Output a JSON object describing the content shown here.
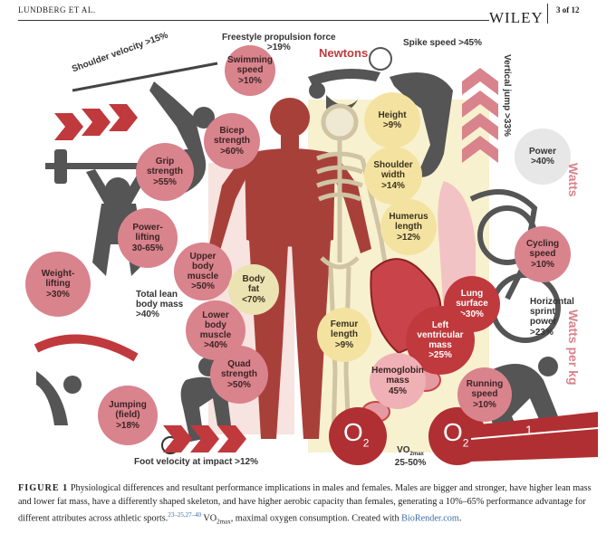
{
  "header": {
    "running_head": "LUNDBERG ET AL.",
    "publisher": "WILEY",
    "page": "3 of 12"
  },
  "figure": {
    "labels": {
      "swimming_speed": "Swimming\nspeed\n>10%",
      "freestyle": "Freestyle propulsion force\n>19%",
      "newtons": "Newtons",
      "spike_speed": "Spike speed >45%",
      "shoulder_velocity": "Shoulder velocity >15%",
      "vertical_jump": "Vertical jump >33%",
      "bicep_strength": "Bicep\nstrength\n>60%",
      "grip_strength": "Grip\nstrength\n>55%",
      "height": "Height\n>9%",
      "shoulder_width": "Shoulder\nwidth\n>14%",
      "humerus_length": "Humerus\nlength\n>12%",
      "power": "Power\n>40%",
      "watts": "Watts",
      "powerlifting": "Power-\nlifting\n30-65%",
      "cycling_speed": "Cycling\nspeed\n>10%",
      "weightlifting": "Weight-\nlifting\n>30%",
      "upper_body": "Upper\nbody\nmuscle\n>50%",
      "body_fat": "Body\nfat\n<70%",
      "total_lean": "Total lean\nbody mass\n>40%",
      "lower_body": "Lower\nbody\nmuscle\n>40%",
      "lung_surface": "Lung\nsurface\n>30%",
      "horizontal_sprint": "Horizontal\nsprint\npower\n>23%",
      "watts_per_kg": "Watts per kg",
      "femur_length": "Femur\nlength\n>9%",
      "left_ventricular": "Left\nventricular\nmass\n>25%",
      "quad_strength": "Quad\nstrength\n>50%",
      "hemoglobin": "Hemoglobin\nmass\n45%",
      "running_speed": "Running\nspeed\n>10%",
      "jumping": "Jumping\n(field)\n>18%",
      "o2_a": "O",
      "o2_b": "O",
      "o2_sub": "2",
      "vo2": "VO",
      "vo2_sub": "2max",
      "vo2_val": "25-50%",
      "track_lane": "1",
      "foot_velocity": "Foot velocity at impact >12%"
    },
    "colors": {
      "pink": "#d9838d",
      "red": "#c0393d",
      "yellow": "#f4e3a0",
      "grey": "#e7e7e7",
      "silhouette": "#555555",
      "muscle": "#a8403a"
    },
    "icons": [
      "swimmer-silhouette",
      "volleyball-icon",
      "weightlifter-silhouette",
      "thrower-silhouette",
      "cyclist-silhouette",
      "sprinter-silhouette",
      "jumper-silhouette",
      "soccer-ball-icon",
      "muscle-body-figure",
      "skeleton-figure",
      "heart-icon",
      "lung-icon",
      "red-blood-cell-icon"
    ]
  },
  "caption": {
    "figure_label": "FIGURE 1",
    "text_1": "Physiological differences and resultant performance implications in males and females. Males are bigger and stronger, have higher lean mass and lower fat mass, have a differently shaped skeleton, and have higher aerobic capacity than females, generating a 10%–65% performance advantage for different attributes across athletic sports.",
    "refs": "23–25,27–40",
    "text_2": " VO",
    "text_2_sub": "2max",
    "text_3": ", maximal oxygen consumption. Created with ",
    "link": "BioRender.com",
    "end": "."
  }
}
